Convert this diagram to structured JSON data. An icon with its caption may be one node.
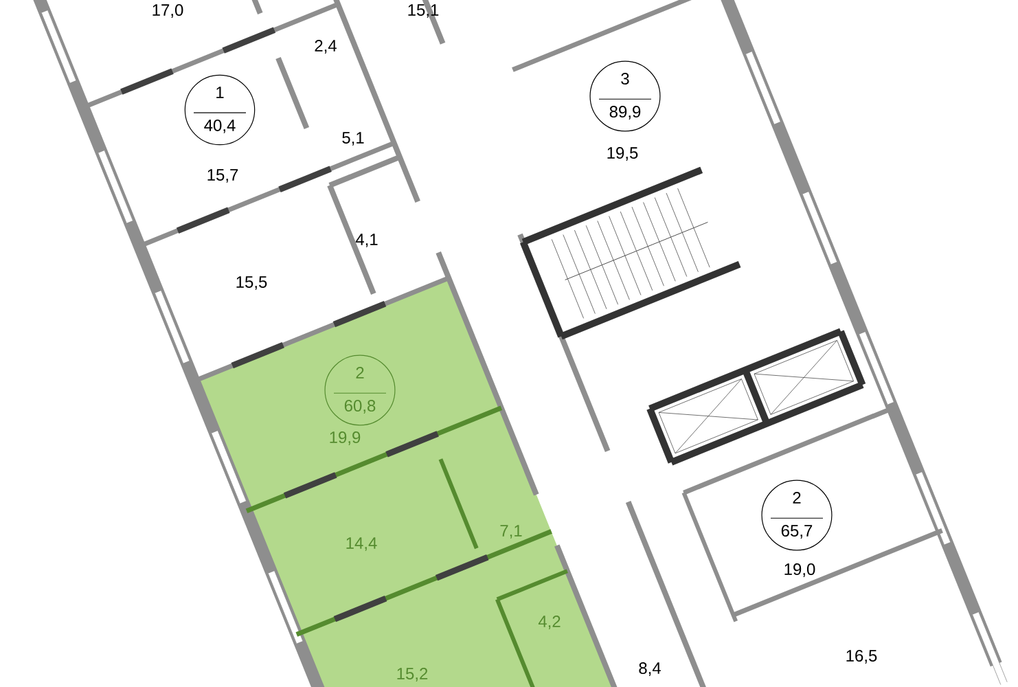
{
  "diagram": {
    "nodes": [
      {
        "text": [
          "1",
          "40,4"
        ]
      },
      {
        "text": [
          "3",
          "89,9"
        ]
      },
      {
        "text": [
          "2",
          "60,8"
        ]
      },
      {
        "text": [
          "2",
          "65,7"
        ]
      }
    ],
    "labels": [
      "17,0",
      "15,1",
      "2,4",
      "5,1",
      "19,5",
      "15,7",
      "4,1",
      "15,5",
      "19,9",
      "7,1",
      "14,4",
      "19,0",
      "4,2",
      "16,5",
      "8,4",
      "15,2"
    ]
  }
}
